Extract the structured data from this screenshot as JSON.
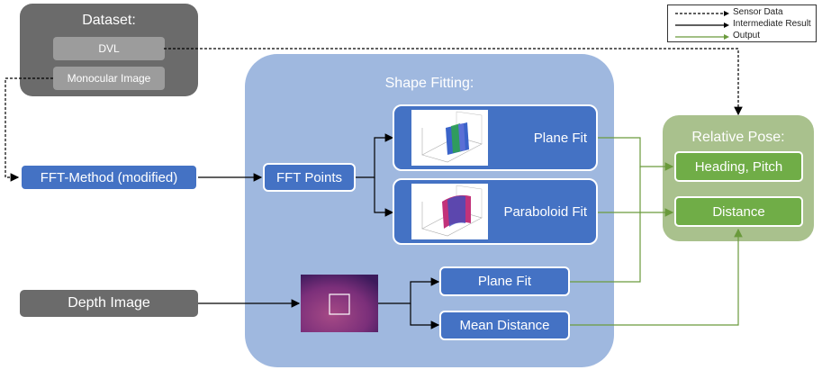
{
  "legend": {
    "sensor_data": "Sensor Data",
    "intermediate_result": "Intermediate Result",
    "output": "Output"
  },
  "dataset": {
    "title": "Dataset:",
    "items": [
      "DVL",
      "Monocular Image"
    ]
  },
  "fft_method": "FFT-Method (modified)",
  "fft_points": "FFT Points",
  "depth_image": "Depth Image",
  "shape_fitting": {
    "title": "Shape Fitting:",
    "plane_fit_3d": "Plane Fit",
    "paraboloid_fit": "Paraboloid Fit",
    "plane_fit_depth": "Plane Fit",
    "mean_distance": "Mean Distance"
  },
  "relative_pose": {
    "title": "Relative Pose:",
    "heading_pitch": "Heading, Pitch",
    "distance": "Distance"
  },
  "colors": {
    "blue": "#4472c4",
    "green": "#70ad47",
    "output_line": "#6a9a3c",
    "shape_panel": "#9fb8df",
    "pose_panel": "#a9c18d",
    "dark_grey": "#6b6b6b"
  }
}
